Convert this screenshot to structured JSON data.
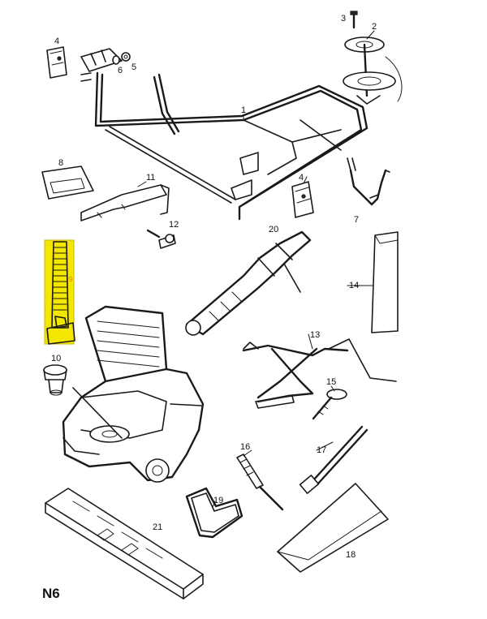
{
  "diagram": {
    "code": "N6",
    "labels": {
      "p1": "1",
      "p2": "2",
      "p3": "3",
      "p4a": "4",
      "p4b": "4",
      "p5": "5",
      "p6": "6",
      "p7": "7",
      "p8": "8",
      "p9": "9",
      "p10": "10",
      "p11": "11",
      "p12": "12",
      "p13": "13",
      "p14": "14",
      "p15": "15",
      "p16": "16",
      "p17": "17",
      "p18": "18",
      "p19": "19",
      "p20": "20",
      "p21": "21"
    },
    "highlight_color": "#f3e600"
  }
}
